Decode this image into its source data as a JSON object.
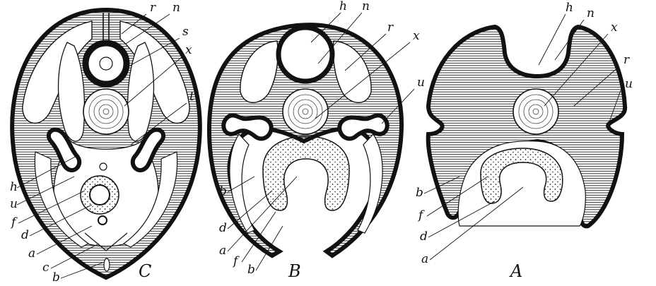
{
  "figure": {
    "panels": [
      {
        "id": "C",
        "caption": "C",
        "labels": [
          "r",
          "n",
          "s",
          "x",
          "t",
          "h",
          "u",
          "f",
          "d",
          "a",
          "c",
          "b"
        ]
      },
      {
        "id": "B",
        "caption": "B",
        "labels": [
          "h",
          "n",
          "r",
          "x",
          "u",
          "b",
          "d",
          "a",
          "f",
          "b"
        ]
      },
      {
        "id": "A",
        "caption": "A",
        "labels": [
          "h",
          "n",
          "x",
          "r",
          "u",
          "b",
          "f",
          "d",
          "a"
        ]
      }
    ],
    "colors": {
      "ink": "#111111",
      "paper": "#ffffff",
      "hatch": "#222222"
    }
  }
}
